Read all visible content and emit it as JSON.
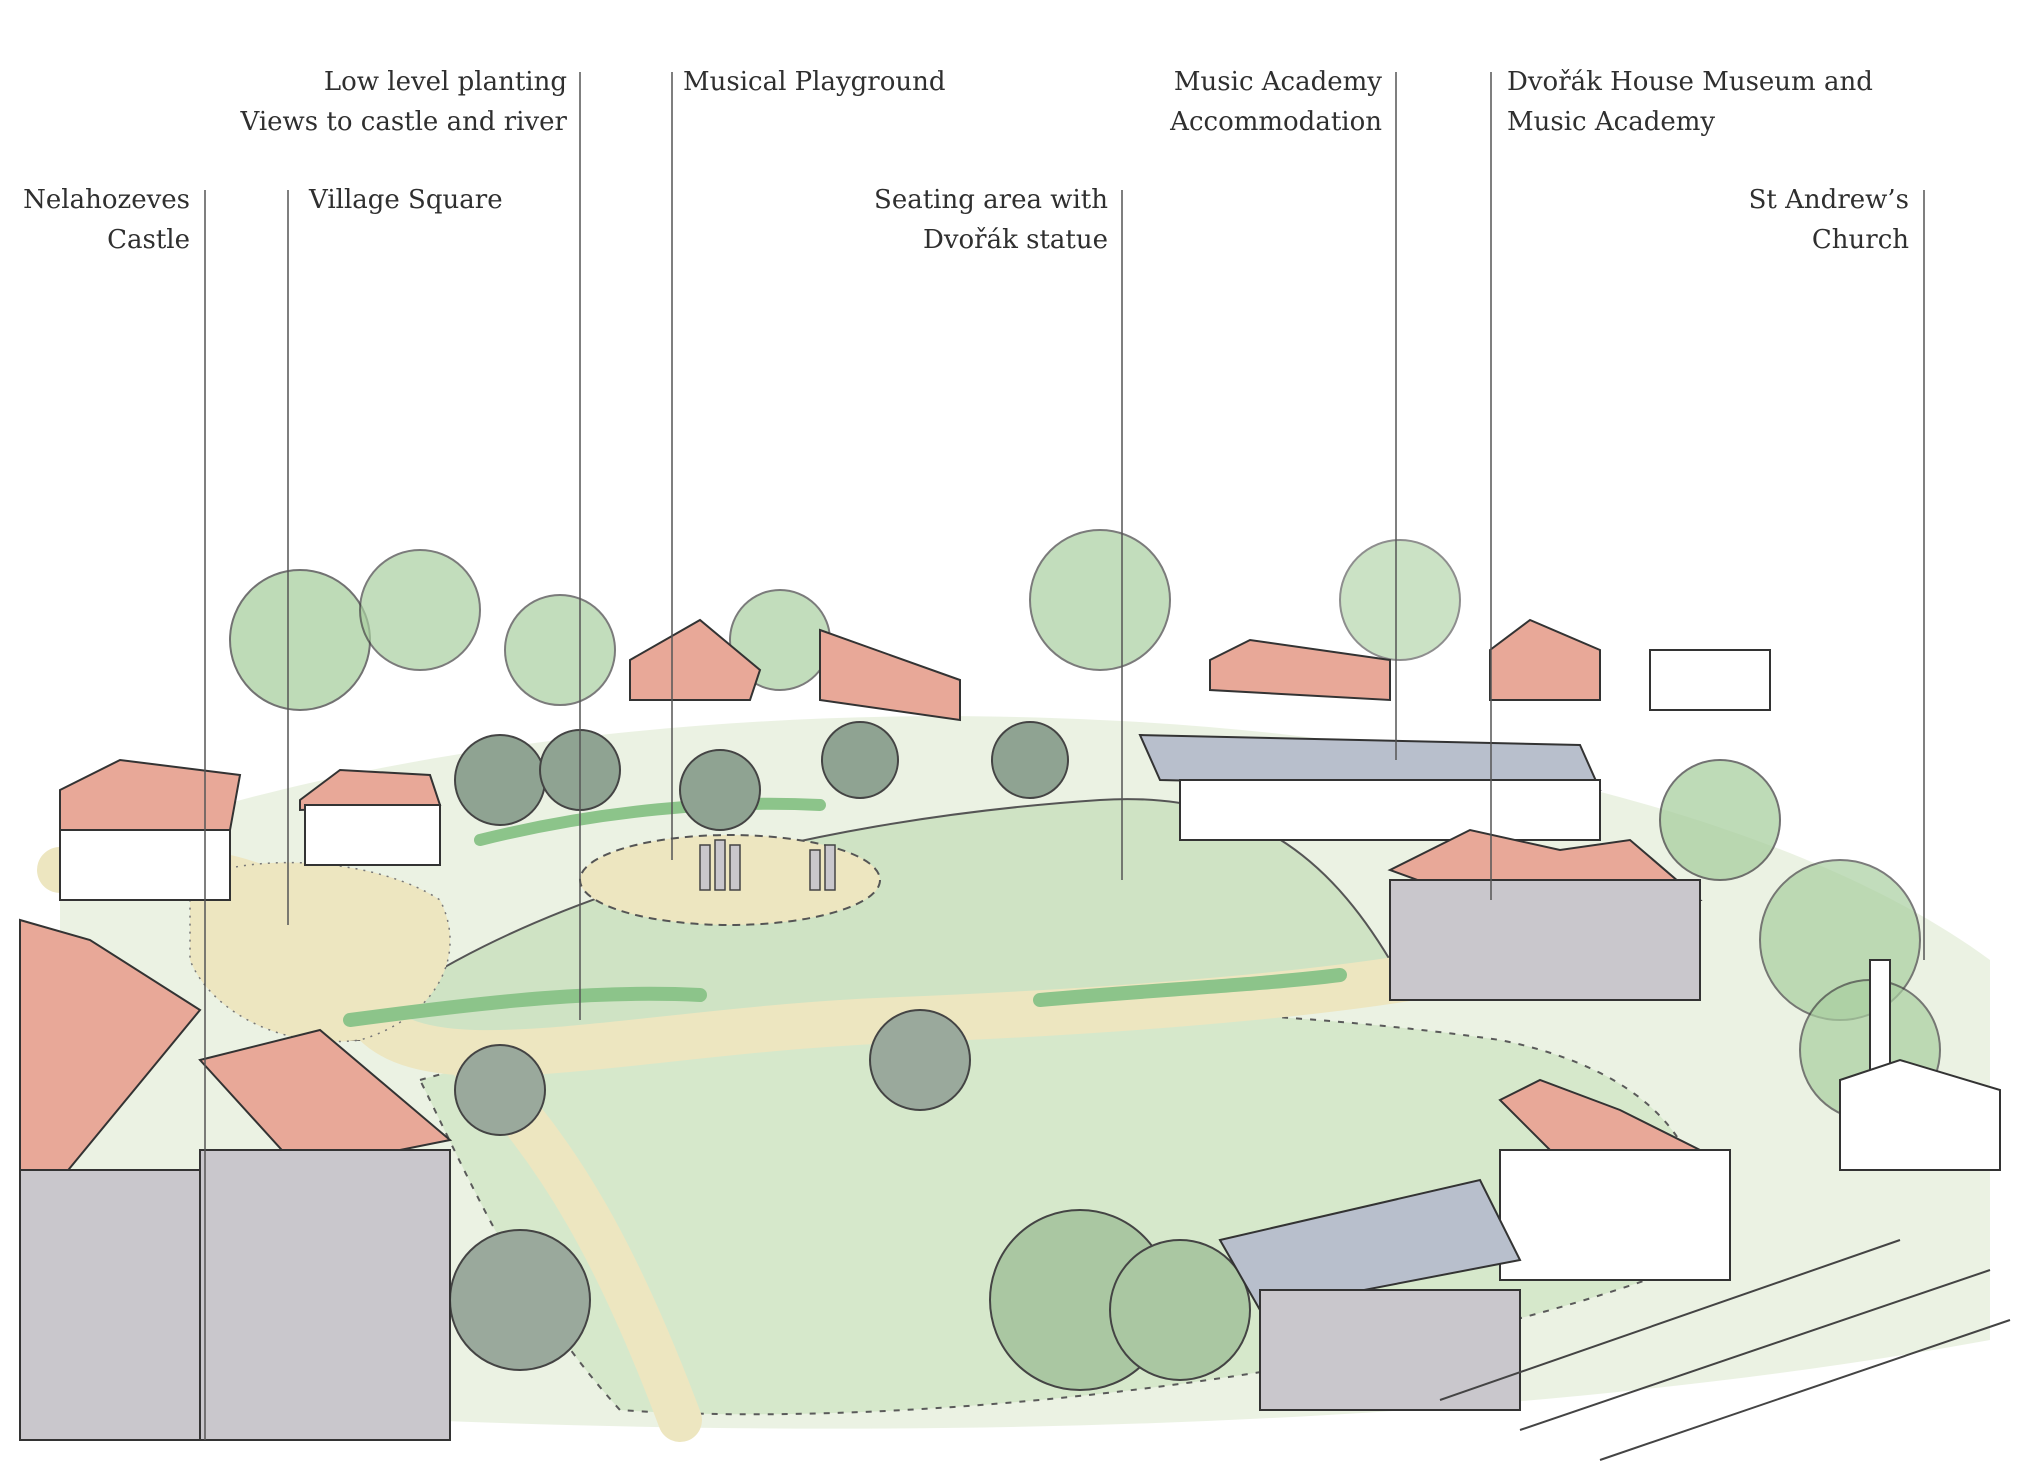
{
  "annotations": [
    {
      "id": "castle",
      "lines": [
        "Nelahozeves",
        "Castle"
      ]
    },
    {
      "id": "village-square",
      "lines": [
        "Village Square"
      ]
    },
    {
      "id": "low-planting",
      "lines": [
        "Low level planting",
        "Views to castle and river"
      ]
    },
    {
      "id": "musical-playground",
      "lines": [
        "Musical Playground"
      ]
    },
    {
      "id": "seating-area",
      "lines": [
        "Seating area with",
        "Dvořák statue"
      ]
    },
    {
      "id": "academy-accommodation",
      "lines": [
        "Music Academy",
        "Accommodation"
      ]
    },
    {
      "id": "dvorak-house",
      "lines": [
        "Dvořák House Museum and",
        "Music Academy"
      ]
    },
    {
      "id": "church",
      "lines": [
        "St Andrew’s",
        "Church"
      ]
    }
  ],
  "colors": {
    "ink": "#3a3a3a",
    "grass": "#cfe3c4",
    "tree": "#a9cfa0",
    "tree_shadow": "#8fa392",
    "path": "#ede6c0",
    "roof": "#e8a898",
    "wall": "#c9c7cc",
    "roof_grey": "#b8bfcc"
  }
}
